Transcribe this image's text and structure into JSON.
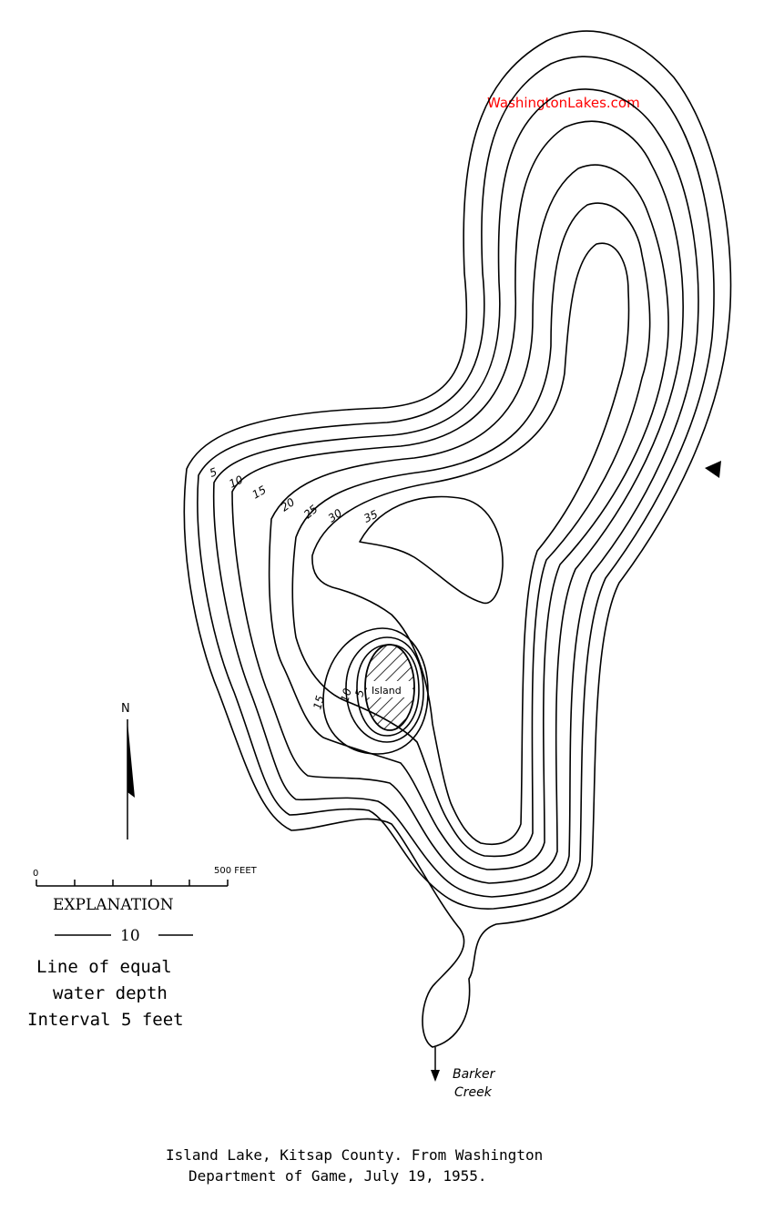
{
  "watermark": "WashingtonLakes.com",
  "north_label": "N",
  "scale": {
    "start": "0",
    "end": "500 FEET"
  },
  "explanation": {
    "title": "EXPLANATION",
    "sample_value": "10",
    "line1": "Line of equal",
    "line2": "water depth",
    "line3": "Interval 5 feet"
  },
  "depth_labels": [
    "5",
    "10",
    "15",
    "20",
    "25",
    "30",
    "35"
  ],
  "island": {
    "name": "Island",
    "depth_labels": [
      "15",
      "10",
      "5"
    ]
  },
  "outlet_name": {
    "line1": "Barker",
    "line2": "Creek"
  },
  "caption": {
    "line1": "Island Lake, Kitsap County.  From Washington",
    "line2": "Department of Game, July 19, 1955."
  },
  "colors": {
    "watermark": "#ff0000",
    "ink": "#000000"
  }
}
